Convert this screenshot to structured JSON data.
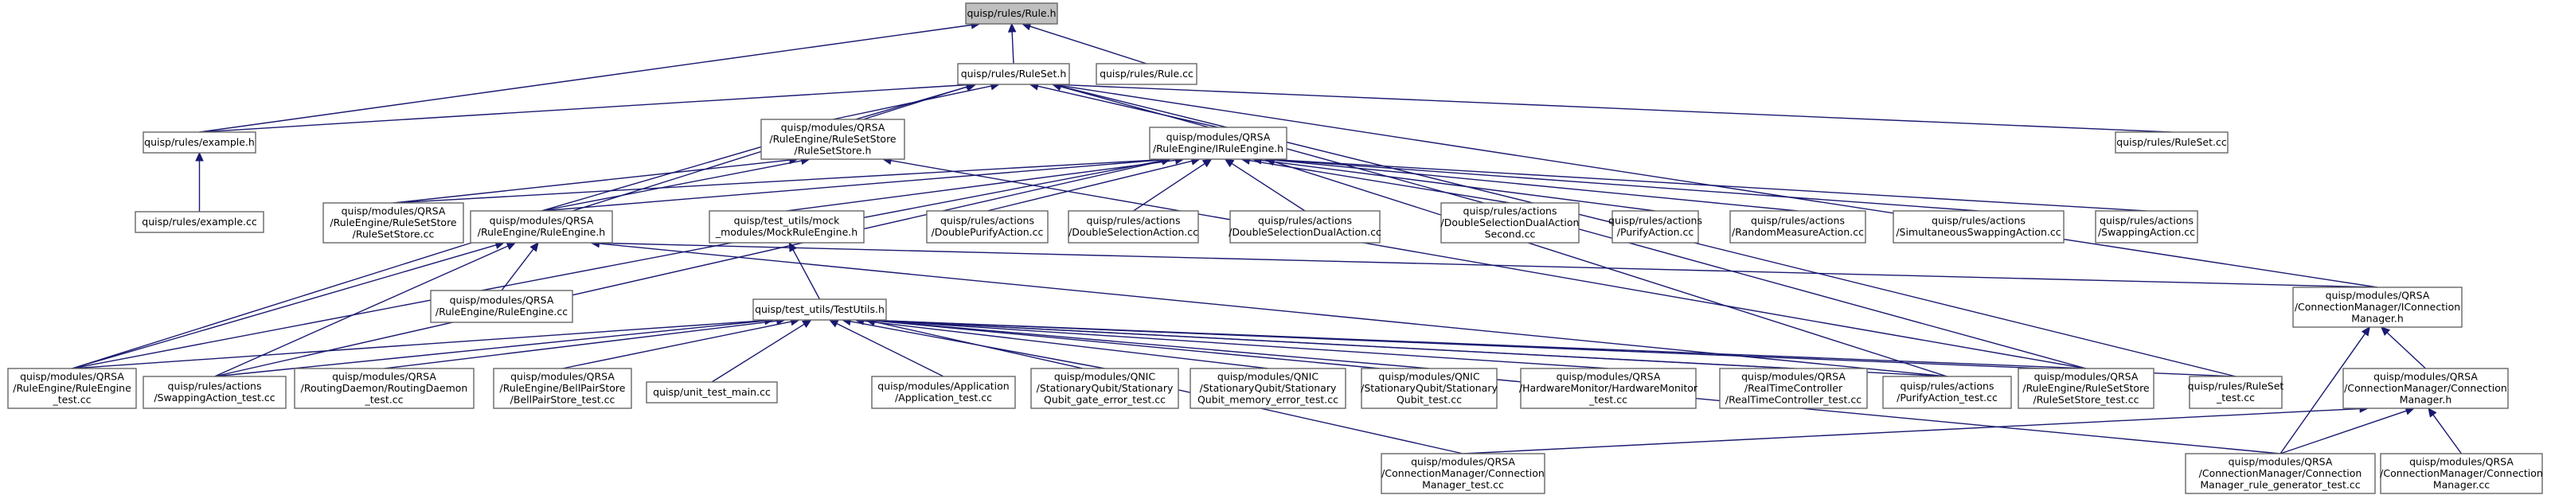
{
  "nodes": [
    {
      "id": "rule_h",
      "lines": [
        "quisp/rules/Rule.h"
      ],
      "root": true
    },
    {
      "id": "ruleset_h",
      "lines": [
        "quisp/rules/RuleSet.h"
      ]
    },
    {
      "id": "rule_cc",
      "lines": [
        "quisp/rules/Rule.cc"
      ]
    },
    {
      "id": "example_h",
      "lines": [
        "quisp/rules/example.h"
      ]
    },
    {
      "id": "example_cc",
      "lines": [
        "quisp/rules/example.cc"
      ]
    },
    {
      "id": "rulesetstore_h",
      "lines": [
        "quisp/modules/QRSA",
        "/RuleEngine/RuleSetStore",
        "/RuleSetStore.h"
      ]
    },
    {
      "id": "iruleengine_h",
      "lines": [
        "quisp/modules/QRSA",
        "/RuleEngine/IRuleEngine.h"
      ]
    },
    {
      "id": "ruleset_cc",
      "lines": [
        "quisp/rules/RuleSet.cc"
      ]
    },
    {
      "id": "rulesetstore_cc",
      "lines": [
        "quisp/modules/QRSA",
        "/RuleEngine/RuleSetStore",
        "/RuleSetStore.cc"
      ]
    },
    {
      "id": "ruleengine_h",
      "lines": [
        "quisp/modules/QRSA",
        "/RuleEngine/RuleEngine.h"
      ]
    },
    {
      "id": "mockruleengine_h",
      "lines": [
        "quisp/test_utils/mock",
        "_modules/MockRuleEngine.h"
      ]
    },
    {
      "id": "doublepurify_cc",
      "lines": [
        "quisp/rules/actions",
        "/DoublePurifyAction.cc"
      ]
    },
    {
      "id": "doubleselection_cc",
      "lines": [
        "quisp/rules/actions",
        "/DoubleSelectionAction.cc"
      ]
    },
    {
      "id": "doubleselectiondual_cc",
      "lines": [
        "quisp/rules/actions",
        "/DoubleSelectionDualAction.cc"
      ]
    },
    {
      "id": "doubleselectiondualsecond_cc",
      "lines": [
        "quisp/rules/actions",
        "/DoubleSelectionDualAction",
        "Second.cc"
      ]
    },
    {
      "id": "purify_cc",
      "lines": [
        "quisp/rules/actions",
        "/PurifyAction.cc"
      ]
    },
    {
      "id": "randommeasure_cc",
      "lines": [
        "quisp/rules/actions",
        "/RandomMeasureAction.cc"
      ]
    },
    {
      "id": "simultaneousswapping_cc",
      "lines": [
        "quisp/rules/actions",
        "/SimultaneousSwappingAction.cc"
      ]
    },
    {
      "id": "swapping_cc",
      "lines": [
        "quisp/rules/actions",
        "/SwappingAction.cc"
      ]
    },
    {
      "id": "ruleengine_cc",
      "lines": [
        "quisp/modules/QRSA",
        "/RuleEngine/RuleEngine.cc"
      ]
    },
    {
      "id": "testutils_h",
      "lines": [
        "quisp/test_utils/TestUtils.h"
      ]
    },
    {
      "id": "iconnectionmanager_h",
      "lines": [
        "quisp/modules/QRSA",
        "/ConnectionManager/IConnection",
        "Manager.h"
      ]
    },
    {
      "id": "connectionmanager_h",
      "lines": [
        "quisp/modules/QRSA",
        "/ConnectionManager/Connection",
        "Manager.h"
      ]
    },
    {
      "id": "ruleengine_test_cc",
      "lines": [
        "quisp/modules/QRSA",
        "/RuleEngine/RuleEngine",
        "_test.cc"
      ]
    },
    {
      "id": "swappingaction_test_cc",
      "lines": [
        "quisp/rules/actions",
        "/SwappingAction_test.cc"
      ]
    },
    {
      "id": "routingdaemon_test_cc",
      "lines": [
        "quisp/modules/QRSA",
        "/RoutingDaemon/RoutingDaemon",
        "_test.cc"
      ]
    },
    {
      "id": "bellpairstore_test_cc",
      "lines": [
        "quisp/modules/QRSA",
        "/RuleEngine/BellPairStore",
        "/BellPairStore_test.cc"
      ]
    },
    {
      "id": "unit_test_main_cc",
      "lines": [
        "quisp/unit_test_main.cc"
      ]
    },
    {
      "id": "application_test_cc",
      "lines": [
        "quisp/modules/Application",
        "/Application_test.cc"
      ]
    },
    {
      "id": "sq_gate_error_test_cc",
      "lines": [
        "quisp/modules/QNIC",
        "/StationaryQubit/Stationary",
        "Qubit_gate_error_test.cc"
      ]
    },
    {
      "id": "sq_memory_error_test_cc",
      "lines": [
        "quisp/modules/QNIC",
        "/StationaryQubit/Stationary",
        "Qubit_memory_error_test.cc"
      ]
    },
    {
      "id": "sq_test_cc",
      "lines": [
        "quisp/modules/QNIC",
        "/StationaryQubit/Stationary",
        "Qubit_test.cc"
      ]
    },
    {
      "id": "hardwaremonitor_test_cc",
      "lines": [
        "quisp/modules/QRSA",
        "/HardwareMonitor/HardwareMonitor",
        "_test.cc"
      ]
    },
    {
      "id": "realtimecontroller_test_cc",
      "lines": [
        "quisp/modules/QRSA",
        "/RealTimeController",
        "/RealTimeController_test.cc"
      ]
    },
    {
      "id": "purifyaction_test_cc",
      "lines": [
        "quisp/rules/actions",
        "/PurifyAction_test.cc"
      ]
    },
    {
      "id": "rulesetstore_test_cc",
      "lines": [
        "quisp/modules/QRSA",
        "/RuleEngine/RuleSetStore",
        "/RuleSetStore_test.cc"
      ]
    },
    {
      "id": "ruleset_test_cc",
      "lines": [
        "quisp/rules/RuleSet",
        "_test.cc"
      ]
    },
    {
      "id": "connectionmanager_test_cc",
      "lines": [
        "quisp/modules/QRSA",
        "/ConnectionManager/Connection",
        "Manager_test.cc"
      ]
    },
    {
      "id": "connectionmanager_rule_generator_test_cc",
      "lines": [
        "quisp/modules/QRSA",
        "/ConnectionManager/Connection",
        "Manager_rule_generator_test.cc"
      ]
    },
    {
      "id": "connectionmanager_cc",
      "lines": [
        "quisp/modules/QRSA",
        "/ConnectionManager/Connection",
        "Manager.cc"
      ]
    }
  ],
  "edges": [
    [
      "ruleset_h",
      "rule_h"
    ],
    [
      "rule_cc",
      "rule_h"
    ],
    [
      "example_h",
      "rule_h"
    ],
    [
      "example_h",
      "ruleset_h"
    ],
    [
      "example_cc",
      "example_h"
    ],
    [
      "rulesetstore_h",
      "ruleset_h"
    ],
    [
      "iruleengine_h",
      "ruleset_h"
    ],
    [
      "ruleset_cc",
      "ruleset_h"
    ],
    [
      "ruleengine_h",
      "ruleset_h"
    ],
    [
      "ruleengine_test_cc",
      "ruleset_h"
    ],
    [
      "rulesetstore_test_cc",
      "ruleset_h"
    ],
    [
      "ruleset_test_cc",
      "ruleset_h"
    ],
    [
      "iconnectionmanager_h",
      "ruleset_h"
    ],
    [
      "rulesetstore_cc",
      "rulesetstore_h"
    ],
    [
      "ruleengine_h",
      "rulesetstore_h"
    ],
    [
      "rulesetstore_test_cc",
      "rulesetstore_h"
    ],
    [
      "ruleengine_h",
      "iruleengine_h"
    ],
    [
      "mockruleengine_h",
      "iruleengine_h"
    ],
    [
      "doublepurify_cc",
      "iruleengine_h"
    ],
    [
      "doubleselection_cc",
      "iruleengine_h"
    ],
    [
      "doubleselectiondual_cc",
      "iruleengine_h"
    ],
    [
      "doubleselectiondualsecond_cc",
      "iruleengine_h"
    ],
    [
      "purify_cc",
      "iruleengine_h"
    ],
    [
      "randommeasure_cc",
      "iruleengine_h"
    ],
    [
      "simultaneousswapping_cc",
      "iruleengine_h"
    ],
    [
      "swapping_cc",
      "iruleengine_h"
    ],
    [
      "rulesetstore_cc",
      "iruleengine_h"
    ],
    [
      "ruleengine_test_cc",
      "iruleengine_h"
    ],
    [
      "swappingaction_test_cc",
      "iruleengine_h"
    ],
    [
      "purifyaction_test_cc",
      "iruleengine_h"
    ],
    [
      "ruleengine_cc",
      "ruleengine_h"
    ],
    [
      "ruleengine_test_cc",
      "ruleengine_h"
    ],
    [
      "swappingaction_test_cc",
      "ruleengine_h"
    ],
    [
      "purifyaction_test_cc",
      "ruleengine_h"
    ],
    [
      "iconnectionmanager_h",
      "ruleengine_h"
    ],
    [
      "testutils_h",
      "mockruleengine_h"
    ],
    [
      "ruleengine_test_cc",
      "testutils_h"
    ],
    [
      "swappingaction_test_cc",
      "testutils_h"
    ],
    [
      "routingdaemon_test_cc",
      "testutils_h"
    ],
    [
      "bellpairstore_test_cc",
      "testutils_h"
    ],
    [
      "unit_test_main_cc",
      "testutils_h"
    ],
    [
      "application_test_cc",
      "testutils_h"
    ],
    [
      "sq_gate_error_test_cc",
      "testutils_h"
    ],
    [
      "sq_memory_error_test_cc",
      "testutils_h"
    ],
    [
      "sq_test_cc",
      "testutils_h"
    ],
    [
      "hardwaremonitor_test_cc",
      "testutils_h"
    ],
    [
      "realtimecontroller_test_cc",
      "testutils_h"
    ],
    [
      "purifyaction_test_cc",
      "testutils_h"
    ],
    [
      "rulesetstore_test_cc",
      "testutils_h"
    ],
    [
      "ruleset_test_cc",
      "testutils_h"
    ],
    [
      "connectionmanager_test_cc",
      "testutils_h"
    ],
    [
      "connectionmanager_rule_generator_test_cc",
      "testutils_h"
    ],
    [
      "connectionmanager_h",
      "iconnectionmanager_h"
    ],
    [
      "connectionmanager_rule_generator_test_cc",
      "iconnectionmanager_h"
    ],
    [
      "connectionmanager_test_cc",
      "connectionmanager_h"
    ],
    [
      "connectionmanager_rule_generator_test_cc",
      "connectionmanager_h"
    ],
    [
      "connectionmanager_cc",
      "connectionmanager_h"
    ]
  ]
}
